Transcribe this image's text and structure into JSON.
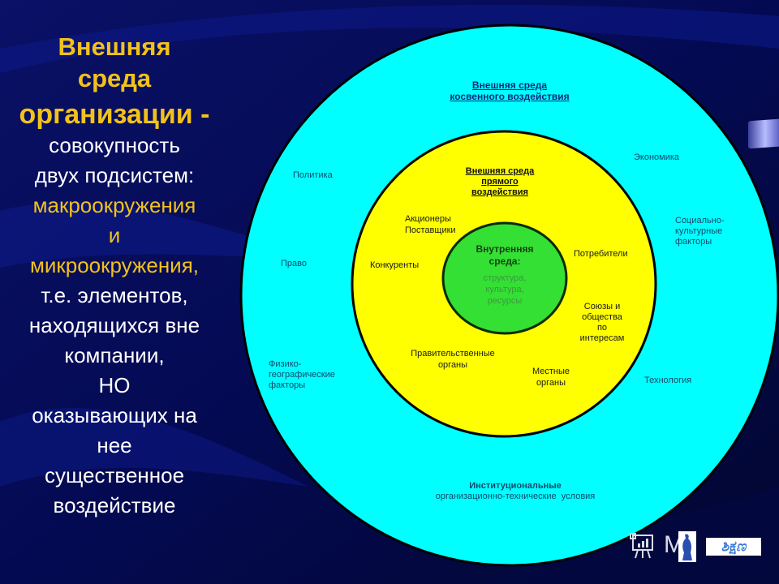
{
  "colors": {
    "background": "#050a4a",
    "title_yellow": "#f2c21a",
    "outer_circle": "#00ffff",
    "middle_circle": "#ffff00",
    "inner_circle": "#33e033",
    "circle_border": "#000000"
  },
  "left_panel": {
    "title_lines": [
      "Внешняя",
      "среда",
      "организации -"
    ],
    "body_lines_1": [
      "совокупность",
      "двух подсистем:"
    ],
    "accent_lines": [
      "макроокружения",
      "и",
      "микроокружения,"
    ],
    "body_lines_2": [
      "т.е. элементов,",
      "находящихся вне",
      "компании,",
      "НО",
      "оказывающих на",
      "нее",
      "существенное",
      "воздействие"
    ]
  },
  "diagram": {
    "outer": {
      "title_lines": [
        "Внешняя среда",
        "косвенного воздействия"
      ],
      "factors": [
        {
          "lines": [
            "Политика"
          ]
        },
        {
          "lines": [
            "Экономика"
          ]
        },
        {
          "lines": [
            "Социально-",
            "культурные",
            "факторы"
          ]
        },
        {
          "lines": [
            "Право"
          ]
        },
        {
          "lines": [
            "Физико-",
            "географические",
            "факторы"
          ]
        },
        {
          "lines": [
            "Технология"
          ]
        },
        {
          "lines": [
            "Институциональные",
            "организационно-технические  условия"
          ]
        }
      ]
    },
    "middle": {
      "title_lines": [
        "Внешняя среда",
        "прямого",
        "воздействия"
      ],
      "factors": [
        {
          "lines": [
            "Акционеры",
            "Поставщики"
          ]
        },
        {
          "lines": [
            "Конкуренты"
          ]
        },
        {
          "lines": [
            "Потребители"
          ]
        },
        {
          "lines": [
            "Союзы и",
            "общества",
            "по",
            "интересам"
          ]
        },
        {
          "lines": [
            "Правительственные",
            "органы"
          ]
        },
        {
          "lines": [
            "Местные",
            "органы"
          ]
        }
      ]
    },
    "inner": {
      "title_lines": [
        "Внутренняя",
        "среда:"
      ],
      "items": [
        "структура,",
        "культура,",
        "ресурсы"
      ]
    }
  },
  "watermark": {
    "text": "M",
    "logo_text": "ಶಿಕ್ಷಣ",
    "icon": "presentation-chart-icon"
  }
}
